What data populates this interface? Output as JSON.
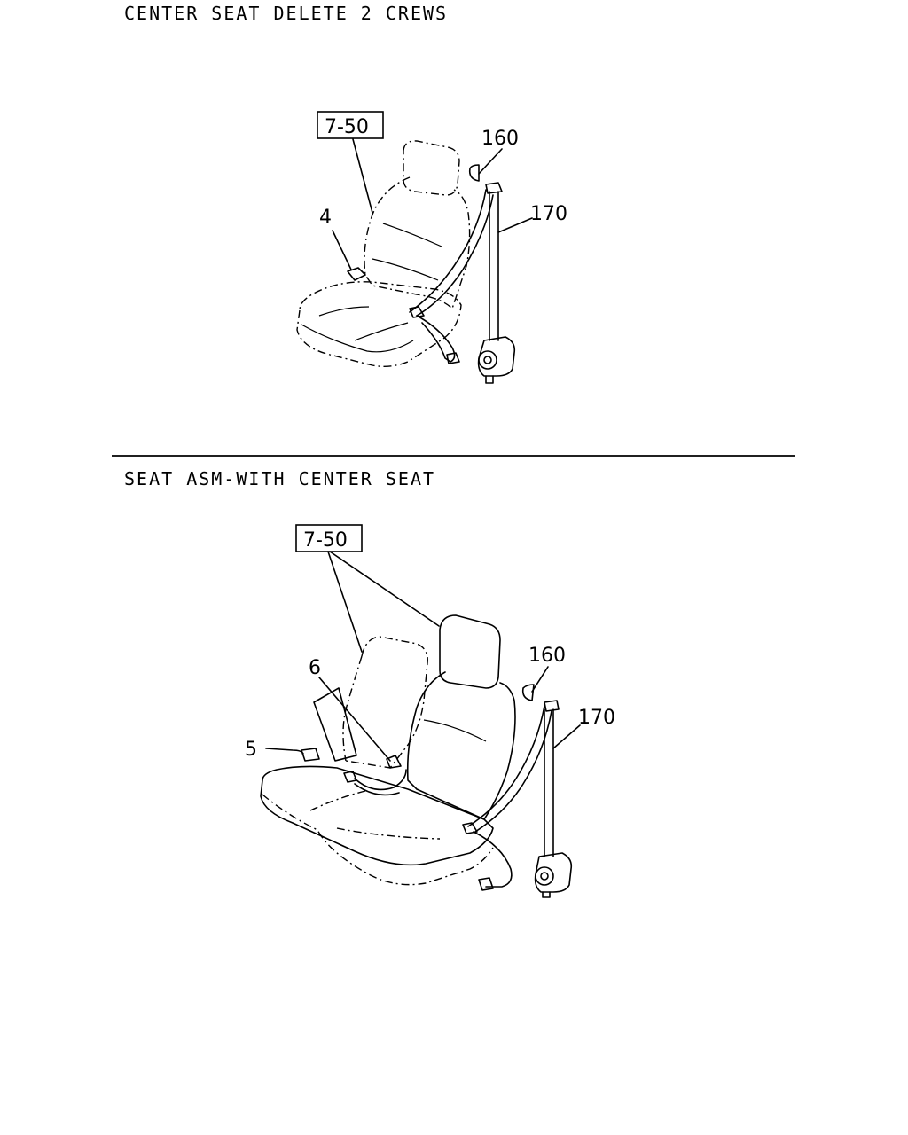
{
  "sections": [
    {
      "title": "CENTER SEAT DELETE 2 CREWS",
      "ref_box": "7-50",
      "callouts": [
        "160",
        "170",
        "4"
      ]
    },
    {
      "title": "SEAT ASM-WITH CENTER SEAT",
      "ref_box": "7-50",
      "callouts": [
        "160",
        "170",
        "6",
        "5"
      ]
    }
  ]
}
